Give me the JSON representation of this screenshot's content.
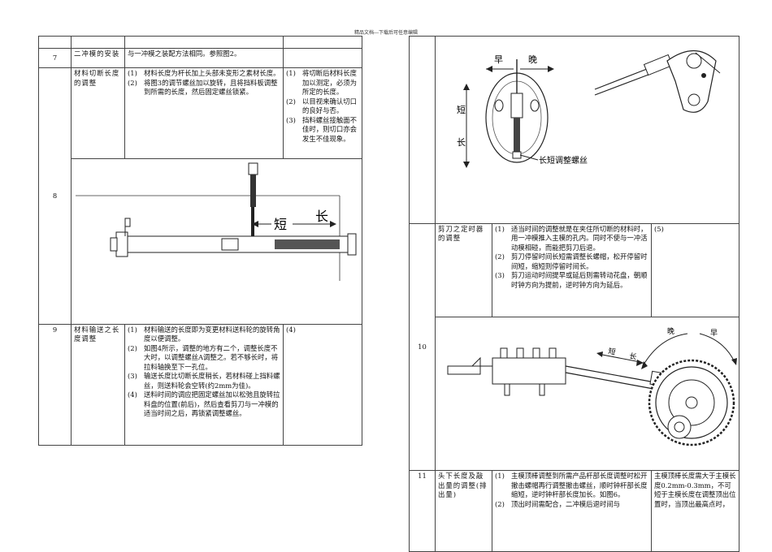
{
  "page_note": "精品文档---下载后可任意编辑",
  "left_table": {
    "row7": {
      "no": "7",
      "item": "二冲模的安装",
      "desc": "与一冲模之装配方法相同。参照图2。"
    },
    "row8": {
      "no": "8",
      "item": "材料切断长度的调整",
      "steps": [
        {
          "ix": "(1)",
          "text": "材料长度为杆长加上头部未变形之素材长度。"
        },
        {
          "ix": "(2)",
          "text": "将图3的调节螺丝加以旋转，且将挡料板调整到所需的长度，然后固定螺丝锁紧。"
        }
      ],
      "notes": [
        {
          "ix": "(1)",
          "text": "将切断后材料长度加以测定，必须为所定的长度。"
        },
        {
          "ix": "(2)",
          "text": "以目视来确认切口的良好与否。"
        },
        {
          "ix": "(3)",
          "text": "挡料螺丝接触面不佳时，则切口亦会发生不佳现象。"
        }
      ],
      "figure": {
        "label_short": "短",
        "label_long": "长"
      }
    },
    "row9": {
      "no": "9",
      "item": "材料输送之长度调整",
      "steps": [
        {
          "ix": "(1)",
          "text": "材料输送的长度即为变更材料送料轮的旋转角度以便调整。"
        },
        {
          "ix": "(2)",
          "text": "如图4所示，调整的地方有二个，调整长度不大时，以调整螺丝A调整之。若不够长时，将拉料轴换至下一孔位。"
        },
        {
          "ix": "(3)",
          "text": "输送长度比切断长度稍长，若材料碰上挡料螺丝，则送料轮会空转(约2mm为佳)。"
        },
        {
          "ix": "(4)",
          "text": "送料时间的调应把固定螺丝加以松弛且旋转拉料盘的位置(前后)，然后查看剪刀与一冲模的适当时间之后，再锁紧调整螺丝。"
        }
      ],
      "note": "(4)"
    }
  },
  "right_table": {
    "top_figure": {
      "label_early": "早",
      "label_late": "晚",
      "label_short": "短",
      "label_long": "长",
      "label_screw": "长短调整螺丝"
    },
    "row10": {
      "no": "10",
      "item": "剪刀之定时器的调整",
      "steps": [
        {
          "ix": "(1)",
          "text": "适当时间的调整就是在夹住所切断的材料时，用一冲模推入主模的孔内。同时不使与一冲活动模相碰，而能把剪刀后退。"
        },
        {
          "ix": "(2)",
          "text": "剪刀停留时间长短需调整长螺帽，松开停留时间短，缩短则停留时间长。"
        },
        {
          "ix": "(3)",
          "text": "剪刀运动时间提早或延后则需转动花盘，朝顺时钟方向为提前，逆时钟方向为延后。"
        }
      ],
      "note": "(5)",
      "figure": {
        "label_short": "短",
        "label_long": "长",
        "label_late": "晚",
        "label_early": "早"
      }
    },
    "row11": {
      "no": "11",
      "item": "头下长度及敲出量的调整(排出量)",
      "steps": [
        {
          "ix": "(1)",
          "text": "主模顶棒调整到所需产品杆部长度调整时松开撤击螺帽再行调整撤击螺丝，顺时钟杆部长度缩短，逆时钟杆部长度加长。如图6。"
        },
        {
          "ix": "(2)",
          "text": "顶出时间需配合，二冲模后退时间与"
        }
      ],
      "note": "主模顶棒长度需大于主模长度0.2mm-0.3mm，不可短于主模长度在调整顶出位置时，当顶出最高点时，"
    }
  }
}
